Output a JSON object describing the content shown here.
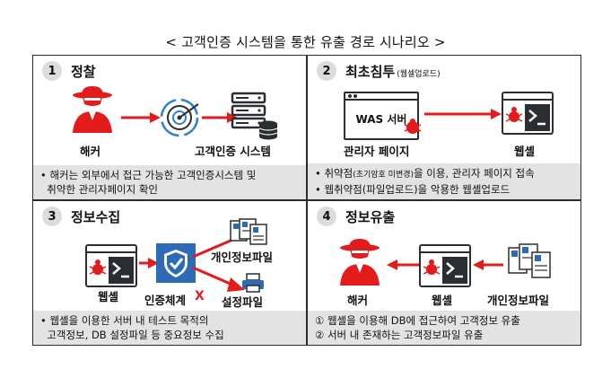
{
  "title": "< 고객인증 시스템을 통한 유출 경로 시나리오 >",
  "colors": {
    "arrow": "#e31b1b",
    "hacker": "#e31b1b",
    "dark": "#2a2e33",
    "shield": "#2e6bb7",
    "desc_bg": "#e3e3e3"
  },
  "panels": [
    {
      "number": "1",
      "title": "정찰",
      "labels": {
        "hacker": "해커",
        "system": "고객인증 시스템"
      },
      "desc": [
        "• 해커는 외부에서 접근 가능한 고객인증시스템 및",
        "  취약한 관리자페이지 확인"
      ]
    },
    {
      "number": "2",
      "title": "최초침투",
      "subtitle": "(웹셀업로드)",
      "labels": {
        "was": "WAS 서버",
        "admin": "관리자 페이지",
        "webshell": "웹셸"
      },
      "desc_prefix": "• 취약점",
      "desc_small": "(초기암호 미변경)",
      "desc_suffix": "을 이용, 관리자 페이지 접속",
      "desc2": "• 웹취약점(파일업로드)을 악용한 웹셸업로드"
    },
    {
      "number": "3",
      "title": "정보수집",
      "labels": {
        "webshell": "웹셸",
        "auth": "인증체계",
        "x": "X",
        "personal": "개인정보파일",
        "config": "설정파일"
      },
      "desc": [
        "• 웹셸을 이용한 서버 내 테스트 목적의",
        "  고객정보, DB 설정파일 등 중요정보 수집"
      ]
    },
    {
      "number": "4",
      "title": "정보유출",
      "labels": {
        "hacker": "해커",
        "webshell": "웹셸",
        "personal": "개인정보파일"
      },
      "desc": [
        "① 웹셸을 이용해 DB에 접근하여 고객정보 유출",
        "② 서버 내 존재하는 고객정보파일 유출"
      ]
    }
  ]
}
